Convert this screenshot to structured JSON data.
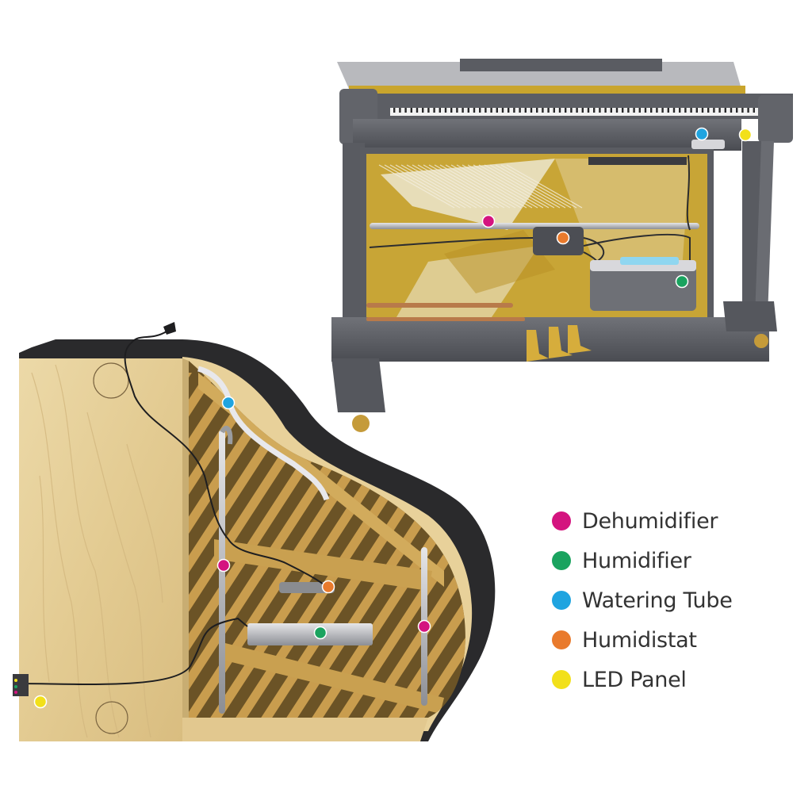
{
  "components": {
    "dehumidifier": {
      "label": "Dehumidifier",
      "color": "#d4147f"
    },
    "humidifier": {
      "label": "Humidifier",
      "color": "#1aa35f"
    },
    "watering_tube": {
      "label": "Watering Tube",
      "color": "#1fa4e0"
    },
    "humidistat": {
      "label": "Humidistat",
      "color": "#e97a2c"
    },
    "led_panel": {
      "label": "LED Panel",
      "color": "#f2e01a"
    }
  },
  "legend": {
    "items": [
      {
        "key": "dehumidifier",
        "label": "Dehumidifier",
        "color": "#d4147f"
      },
      {
        "key": "humidifier",
        "label": "Humidifier",
        "color": "#1aa35f"
      },
      {
        "key": "watering_tube",
        "label": "Watering Tube",
        "color": "#1fa4e0"
      },
      {
        "key": "humidistat",
        "label": "Humidistat",
        "color": "#e97a2c"
      },
      {
        "key": "led_panel",
        "label": "LED Panel",
        "color": "#f2e01a"
      }
    ]
  }
}
